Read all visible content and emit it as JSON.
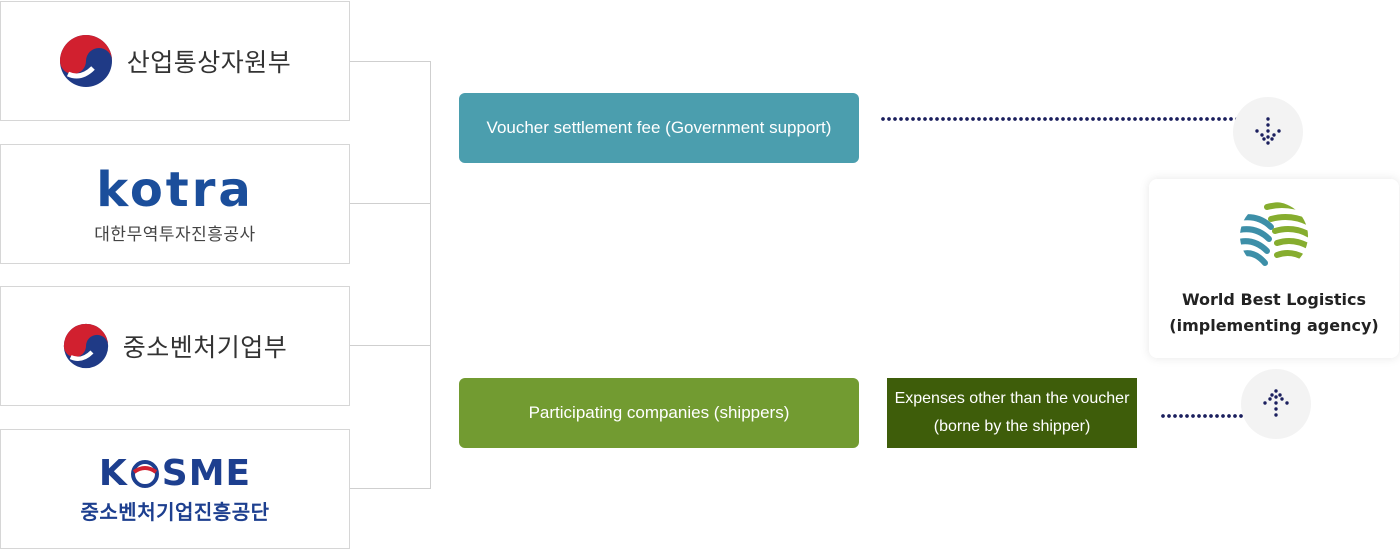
{
  "organizations": [
    {
      "name_ko": "산업통상자원부"
    },
    {
      "brand": "kotra",
      "name_ko": "대한무역투자진흥공사"
    },
    {
      "name_ko": "중소벤처기업부"
    },
    {
      "brand_left": "K",
      "brand_right": "SME",
      "name_ko": "중소벤처기업진흥공단"
    }
  ],
  "flow": {
    "voucher_fee": "Voucher settlement fee (Government support)",
    "participants": "Participating companies (shippers)",
    "expenses_line1": "Expenses other than the voucher",
    "expenses_line2": "(borne by the shipper)"
  },
  "agency": {
    "name_line1": "World Best Logistics",
    "name_line2": "(implementing agency)"
  },
  "colors": {
    "teal": "#4b9eae",
    "green": "#729b31",
    "dark_green": "#3e5d0a",
    "navy_dots": "#1b1f5e",
    "kotra_blue": "#1b4e9b"
  },
  "icons": [
    "taegeuk-emblem-icon",
    "arrow-down-dots-icon",
    "arrow-up-dots-icon",
    "wbl-globe-logo-icon"
  ]
}
